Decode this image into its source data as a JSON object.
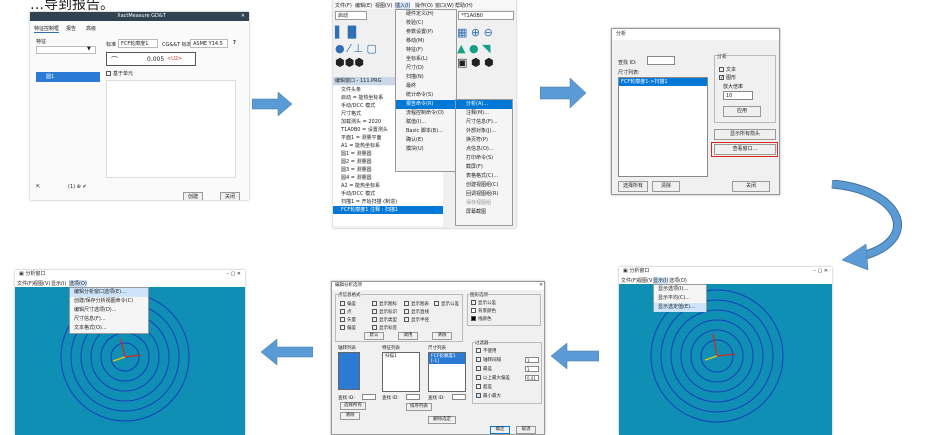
{
  "header": {
    "cut_text": "…导到报告。"
  },
  "panel1": {
    "title": "XactMeasure GD&T",
    "tabs": [
      "特征控制框",
      "报告",
      "高级"
    ],
    "feature_label": "特征",
    "feature_row": "圆1",
    "control_label": "标准",
    "control_value": "FCF轮廓度1",
    "gdt_label": "CG&&T 标准",
    "gdt_value": "ASME Y14.5",
    "tolerance_value": "0.005",
    "tolerance_suffix": "<U2>",
    "checkbox_label": "基于单元",
    "ok_label": "创建",
    "close_label": "关闭"
  },
  "panel2": {
    "menubar": [
      "文件(F)",
      "编辑(E)",
      "视图(V)",
      "插入(I)",
      "操作(O)",
      "窗口(W)",
      "帮助(H)"
    ],
    "combo_left": "启动",
    "combo_right": "*T1A0B0",
    "menu_items": [
      "硬件定义(H)",
      "校验(C)",
      "参数设置(P)",
      "移动(M)",
      "特征(F)",
      "坐标系(L)",
      "尺寸(D)",
      "扫描(N)",
      "最终",
      "统计命令(S)",
      "报告命令(R)",
      "流程控制命令(O)",
      "赋值(I)...",
      "Basic 脚本(B)...",
      "确认(E)",
      "模块(U)"
    ],
    "submenu_items": [
      "分析(A)...",
      "注释(M)...",
      "尺寸信息(F)...",
      "外部对象(J)...",
      "换页符(P)",
      "点信息(O)...",
      "打印命令(S)",
      "截屏(F)",
      "表格格式(C)...",
      "创建视图组(C)",
      "回调视图组(R)",
      "保存视图组",
      "屏幕截图"
    ],
    "tree_items": [
      "文件头条",
      "启动 = 能热坐标系",
      "手动/DCC 模式",
      "尺寸格式",
      "加载测头 = 2020",
      "T1A0B0 = 设置测头",
      "平面1 = 测量平面",
      "A1 = 能热坐标系",
      "圆1 = 测量圆",
      "圆2 = 测量圆",
      "圆3 = 测量圆",
      "圆4 = 测量圆",
      "A2 = 能热坐标系",
      "手动/DCC 模式",
      "扫描1 = 开始扫描 (制造)",
      "FCF轮廓度1 注释 : 扫描1"
    ],
    "footer_title": "编辑窗口 - 111.PRG"
  },
  "panel3": {
    "title": "分析",
    "search_label": "查找 ID:",
    "list_label": "尺寸列表:",
    "list_item": "FCF轮廓度1->扫描1",
    "analysis_label": "分析",
    "text_label": "文本",
    "graph_label": "图形",
    "magnify_label": "放大倍率",
    "magnify_value": "10",
    "apply_label": "应用",
    "show_arrows_label": "显示所有箭头",
    "view_window_label": "查看窗口...",
    "select_all_label": "选择所有",
    "clear_label": "清除",
    "close_label": "关闭"
  },
  "panel4": {
    "title": "分析窗口",
    "menubar": [
      "文件(F)",
      "视图(V)",
      "显示(I)",
      "选项(O)"
    ],
    "menu_items": [
      "显示选项(I)...",
      "显示平均(C)...",
      "显示选定值(E)..."
    ]
  },
  "panel5": {
    "title": "编辑分析选项",
    "group_label": "点信息格式",
    "checkboxes": [
      "偏差",
      "显示图标",
      "显示图表",
      "显示公差",
      "点",
      "显示标识",
      "显示直线",
      "",
      "矢量",
      "显示类型",
      "显示半径",
      "",
      "偏差",
      "显示标签",
      "",
      ""
    ],
    "right_group": "图形选项",
    "right_items": [
      "显示公差",
      "背景颜色",
      "线颜色"
    ],
    "buttons_mid": [
      "默认",
      "调用",
      "清除"
    ],
    "list1_label": "轴转列表",
    "list2_label": "特征列表",
    "list3_label": "尺寸列表",
    "list2_item": "扫描1",
    "list3_item": "FCF轮廓度1 [-1]",
    "filter_label": "过滤器",
    "filter_items": [
      "不使用",
      "轴转间隔",
      "最差",
      "以上最大偏差",
      "超差",
      "最小最大"
    ],
    "filter_values": [
      "1",
      "1",
      "0.01"
    ],
    "find_label": "查找 ID:",
    "select_all_label": "选择所有",
    "clear_label": "清除",
    "sort_label": "排序列表",
    "delete_label": "删除选定",
    "ok_label": "确定",
    "cancel_label": "取消"
  },
  "panel6": {
    "title": "分析窗口",
    "menubar": [
      "文件(F)",
      "视图(V)",
      "显示(I)",
      "选项(O)"
    ],
    "menu_items": [
      "编辑分析窗口选项(E)...",
      "创建/保存分析视图命令(C)",
      "编辑尺寸选项(D)...",
      "尺寸信息(F)...",
      "文本格式(O)..."
    ]
  },
  "colors": {
    "accent": "#2f6fb5",
    "spiral_bg": "#0f8fb4",
    "highlight_red": "#d9261c"
  }
}
